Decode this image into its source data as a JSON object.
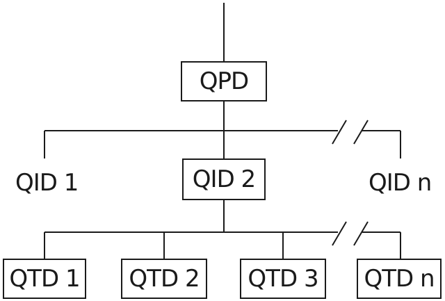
{
  "diagram": {
    "top": {
      "label": "QPD"
    },
    "middle": {
      "left": "QID 1",
      "center": "QID 2",
      "right": "QID n"
    },
    "bottom": [
      "QTD 1",
      "QTD 2",
      "QTD 3",
      "QTD n"
    ]
  },
  "colors": {
    "line": "#1a1a1a",
    "background": "#ffffff"
  }
}
